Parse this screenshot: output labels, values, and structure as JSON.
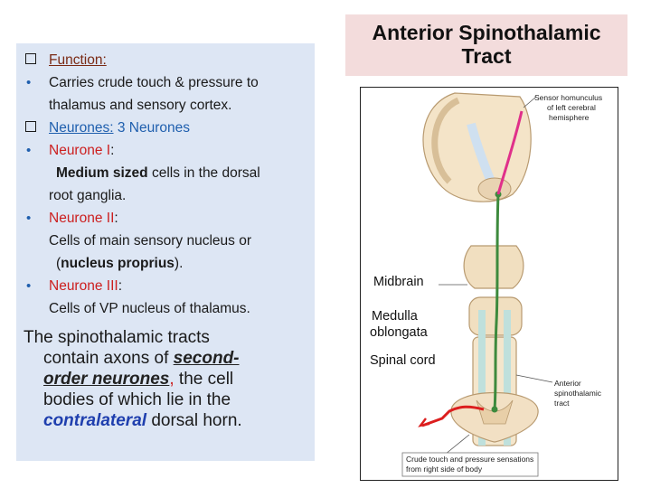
{
  "left": {
    "function_heading": "Function:",
    "function_text_1": "Carries crude touch & pressure to",
    "function_text_2": "thalamus and sensory cortex.",
    "neurones_heading": "Neurones:",
    "neurones_count": "3 Neurones",
    "n1_label": "Neurone I",
    "n1_colon": ":",
    "n1_text_bold": "Medium sized",
    "n1_text_rest": " cells in the dorsal",
    "n1_text_2": "root ganglia.",
    "n2_label": "Neurone II",
    "n2_colon": ":",
    "n2_text_1": "Cells of main sensory nucleus or",
    "n2_text_2_open": "(",
    "n2_text_2_bold": "nucleus proprius",
    "n2_text_2_close": ").",
    "n3_label": "Neurone III",
    "n3_colon": ":",
    "n3_text": "Cells of VP nucleus of thalamus.",
    "para_1": "The spinothalamic tracts",
    "para_2a": "contain axons of ",
    "para_2b": "second-",
    "para_3a": "order neurones",
    "para_3b": ",",
    "para_3c": " the cell",
    "para_4": "bodies of which lie in the",
    "para_5a": "contralateral",
    "para_5b": " dorsal horn."
  },
  "title": {
    "line1": "Anterior Spinothalamic",
    "line2": "Tract"
  },
  "figure": {
    "label_homunculus_1": "Sensor homunculus",
    "label_homunculus_2": "of left cerebral",
    "label_homunculus_3": "hemisphere",
    "label_midbrain": "Midbrain",
    "label_medulla_1": "Medulla",
    "label_medulla_2": "oblongata",
    "label_spinal": "Spinal cord",
    "label_tract_1": "Anterior",
    "label_tract_2": "spinothalamic",
    "label_tract_3": "tract",
    "label_bottom_1": "Crude touch and pressure sensations",
    "label_bottom_2": "from right side of body"
  }
}
